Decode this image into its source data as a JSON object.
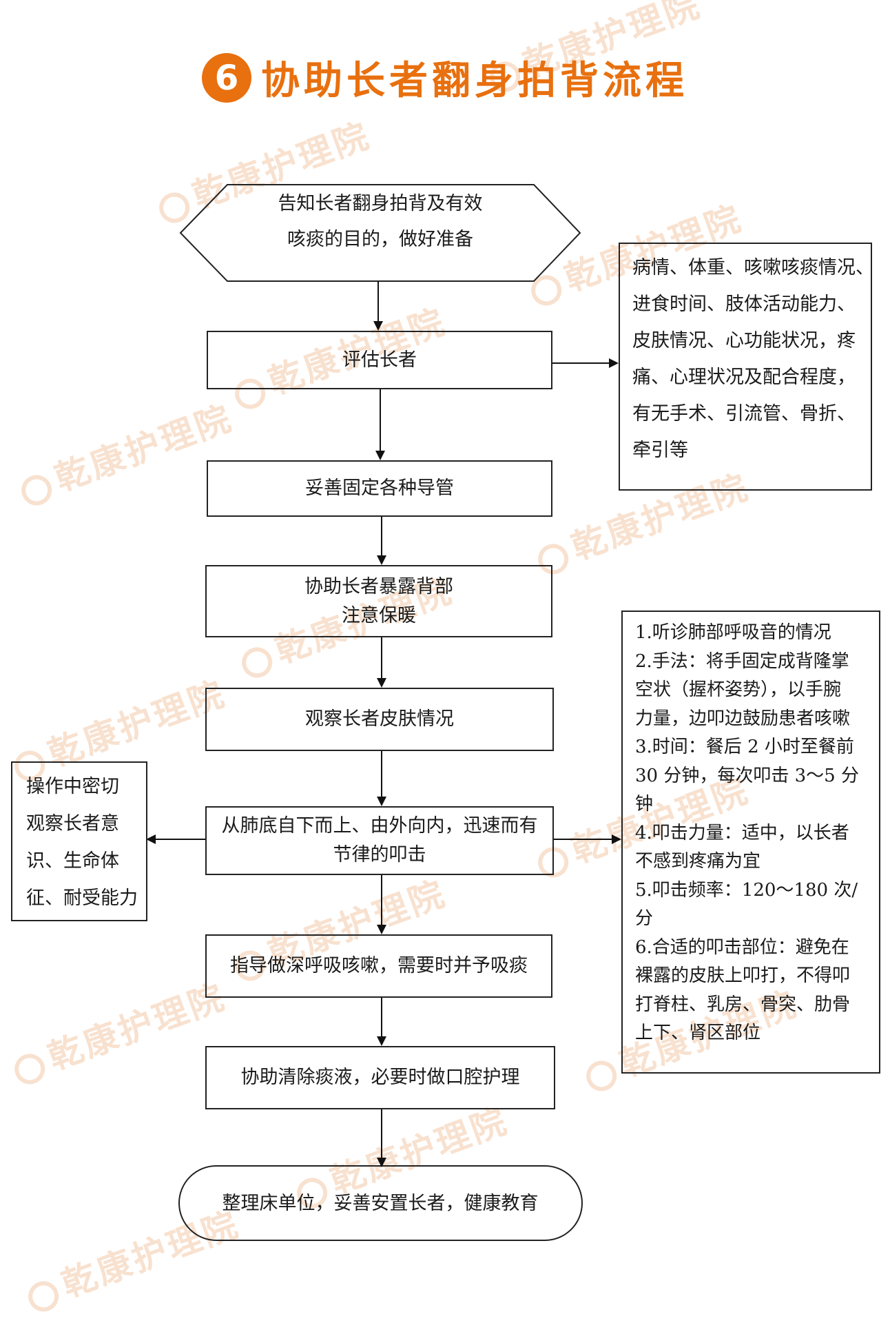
{
  "title": {
    "badge": "6",
    "text": "协助长者翻身拍背流程",
    "color": "#e8700f"
  },
  "watermark": "乾康护理院",
  "flow": {
    "start": [
      "告知长者翻身拍背及有效",
      "咳痰的目的，做好准备"
    ],
    "steps": [
      {
        "lines": [
          "评估长者"
        ]
      },
      {
        "lines": [
          "妥善固定各种导管"
        ]
      },
      {
        "lines": [
          "协助长者暴露背部",
          "注意保暖"
        ]
      },
      {
        "lines": [
          "观察长者皮肤情况"
        ]
      },
      {
        "lines": [
          "从肺底自下而上、由外向内，迅速而有",
          "节律的叩击"
        ]
      },
      {
        "lines": [
          "指导做深呼吸咳嗽，需要时并予吸痰"
        ]
      },
      {
        "lines": [
          "协助清除痰液，必要时做口腔护理"
        ]
      }
    ],
    "end": "整理床单位，妥善安置长者，健康教育"
  },
  "notes": {
    "assess": [
      "病情、体重、咳嗽咳痰情况、",
      "进食时间、肢体活动能力、",
      "皮肤情况、心功能状况，疼",
      "痛、心理状况及配合程度，",
      "有无手术、引流管、骨折、",
      "牵引等"
    ],
    "observe": [
      "操作中密切",
      "观察长者意",
      "识、生命体",
      "征、耐受能力"
    ],
    "percussion": [
      "1.听诊肺部呼吸音的情况",
      "2.手法：将手固定成背隆掌",
      "空状（握杯姿势），以手腕",
      "力量，边叩边鼓励患者咳嗽",
      "3.时间：餐后 2 小时至餐前",
      "30 分钟，每次叩击 3～5 分",
      "钟",
      "4.叩击力量：适中，以长者",
      "不感到疼痛为宜",
      "5.叩击频率：120～180 次/",
      "分",
      "6.合适的叩击部位：避免在",
      "裸露的皮肤上叩打，不得叩",
      "打脊柱、乳房、骨突、肋骨",
      "上下、肾区部位"
    ]
  }
}
